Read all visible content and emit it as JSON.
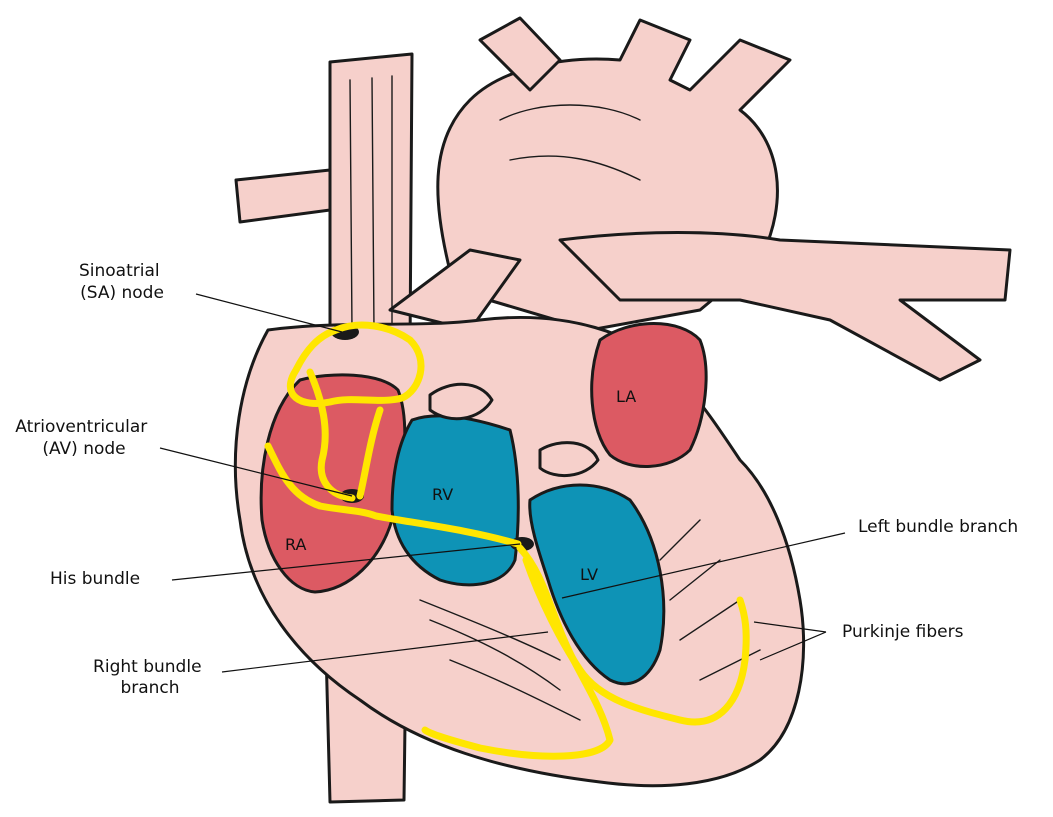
{
  "labels": {
    "sa_node_line1": "Sinoatrial",
    "sa_node_line2": "(SA) node",
    "av_node_line1": "Atrioventricular",
    "av_node_line2": "(AV) node",
    "his_bundle": "His bundle",
    "right_bundle_line1": "Right bundle",
    "right_bundle_line2": "branch",
    "left_bundle": "Left bundle branch",
    "purkinje": "Purkinje fibers"
  },
  "chambers": {
    "ra": "RA",
    "rv": "RV",
    "lv": "LV",
    "la": "LA"
  },
  "colors": {
    "tissue": "#f6d0cb",
    "atrium": "#dc5a63",
    "ventricle": "#0e93b6",
    "conduction": "#ffe600",
    "outline": "#1a1a1a"
  }
}
